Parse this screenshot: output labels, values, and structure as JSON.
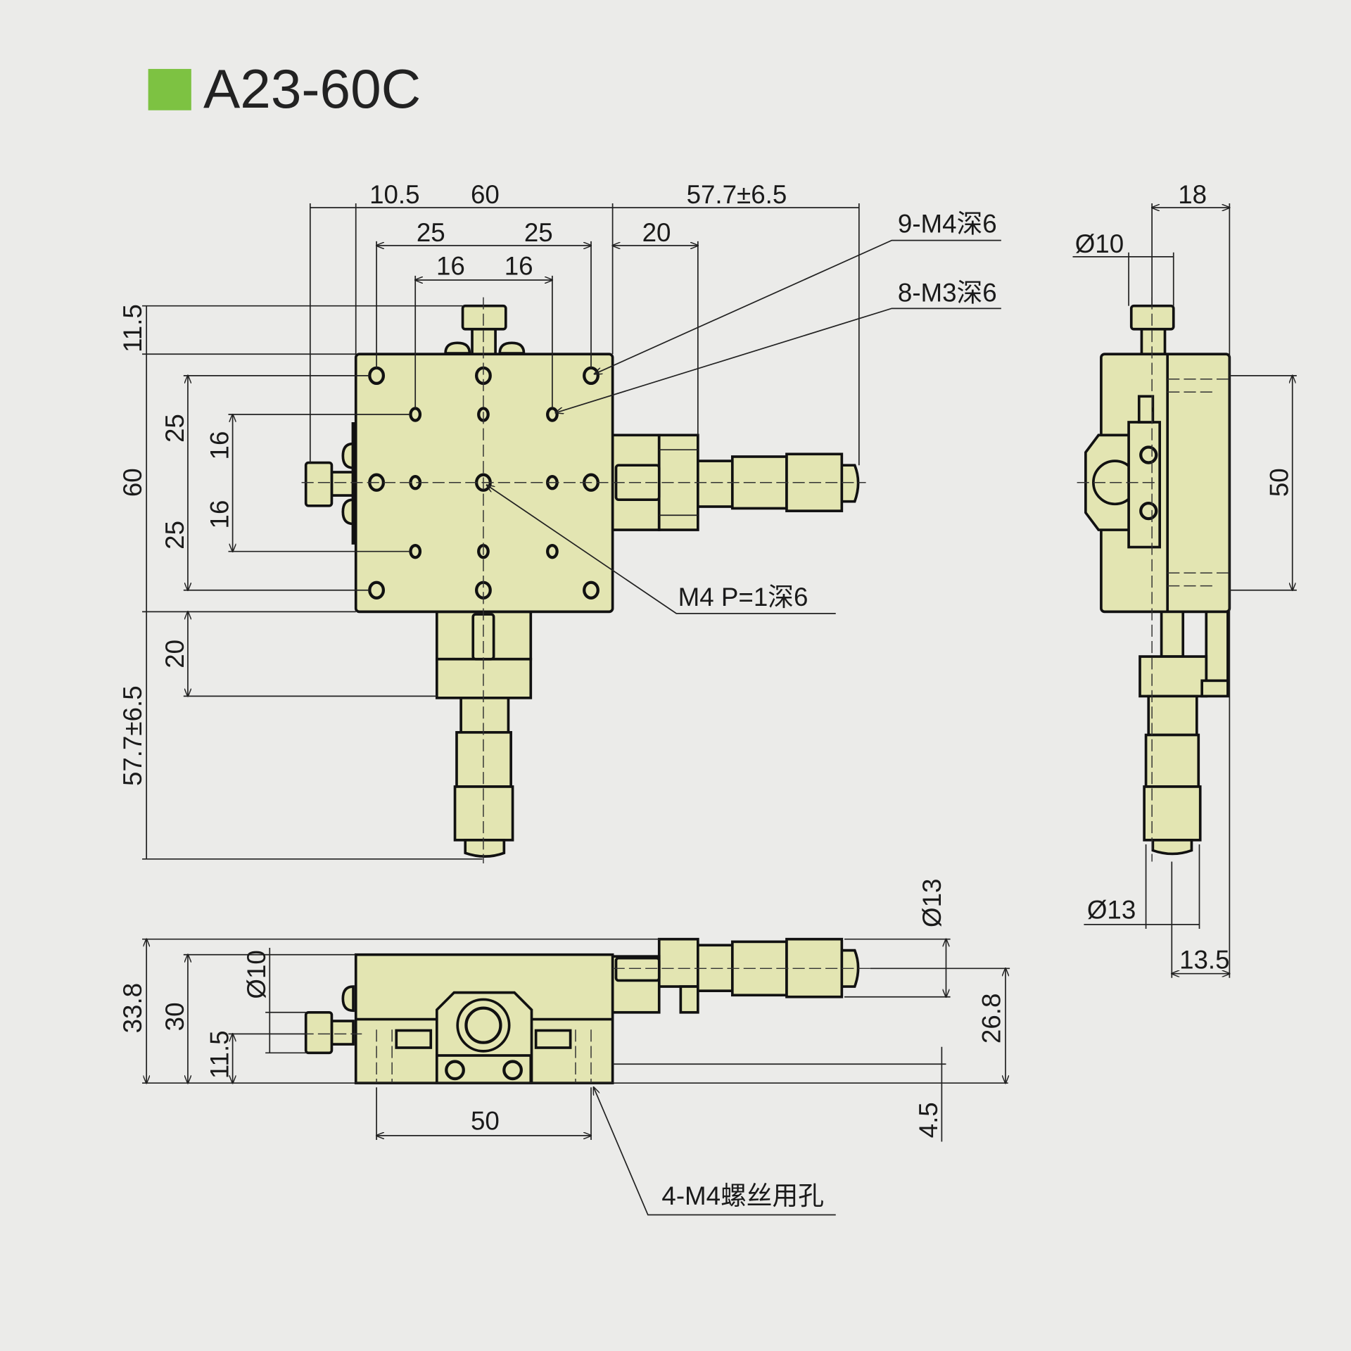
{
  "title": "A23-60C",
  "colors": {
    "title_square": "#7dc242",
    "part_fill": "#e3e5b2",
    "background": "#ebebe9"
  },
  "top_view": {
    "dim_10_5": "10.5",
    "dim_60_w": "60",
    "dim_stroke_x": "57.7±6.5",
    "dim_25_a": "25",
    "dim_25_b": "25",
    "dim_20_x": "20",
    "dim_16_a": "16",
    "dim_16_b": "16",
    "dim_11_5": "11.5",
    "dim_60_h": "60",
    "dim_stroke_y": "57.7±6.5",
    "dim_25_c": "25",
    "dim_25_d": "25",
    "dim_16_c": "16",
    "dim_16_d": "16",
    "dim_20_y": "20",
    "note_m4": "9-M4深6",
    "note_m3": "8-M3深6",
    "note_center": "M4 P=1深6"
  },
  "side_view": {
    "dim_18": "18",
    "dim_phi10": "Ø10",
    "dim_50": "50",
    "dim_phi13": "Ø13",
    "dim_13_5": "13.5"
  },
  "front_view": {
    "dim_33_8": "33.8",
    "dim_30": "30",
    "dim_phi10": "Ø10",
    "dim_11_5": "11.5",
    "dim_50": "50",
    "dim_phi13": "Ø13",
    "dim_26_8": "26.8",
    "dim_4_5": "4.5",
    "note_mount": "4-M4螺丝用孔"
  }
}
